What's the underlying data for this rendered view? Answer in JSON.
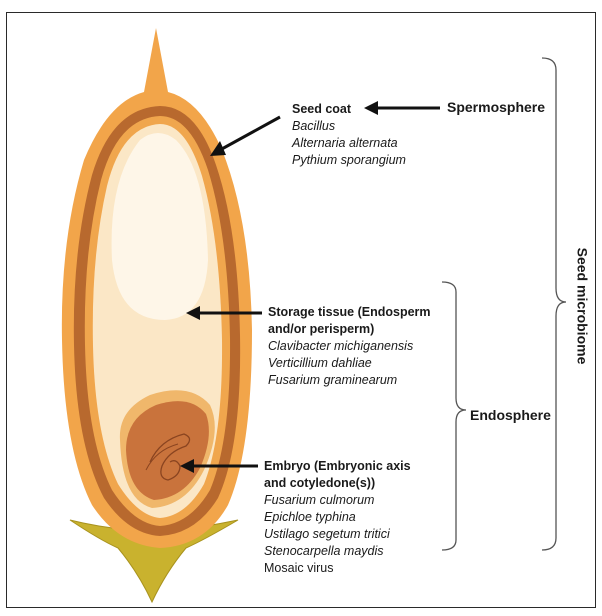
{
  "spermosphere_label": "Spermosphere",
  "endosphere_label": "Endosphere",
  "seed_microbiome_label": "Seed microbiome",
  "seed_coat": {
    "title": "Seed coat",
    "organisms": [
      "Bacillus",
      "Alternaria alternata",
      "Pythium sporangium"
    ]
  },
  "storage_tissue": {
    "title_lines": [
      "Storage tissue (Endosperm",
      "and/or perisperm)"
    ],
    "organisms": [
      "Clavibacter michiganensis",
      "Verticillium dahliae",
      "Fusarium graminearum"
    ]
  },
  "embryo": {
    "title_lines": [
      "Embryo (Embryonic axis",
      "and cotyledone(s))"
    ],
    "organisms": [
      "Fusarium culmorum",
      "Epichloe typhina",
      "Ustilago segetum tritici",
      "Stenocarpella maydis"
    ],
    "extra": "Mosaic virus"
  },
  "colors": {
    "husk": "#F2A54A",
    "seed_coat": "#B8692E",
    "endosperm": "#FBE7C6",
    "embryo": "#C9733C",
    "base": "#C9B22E",
    "arrow": "#111111",
    "bracket": "#555555"
  }
}
